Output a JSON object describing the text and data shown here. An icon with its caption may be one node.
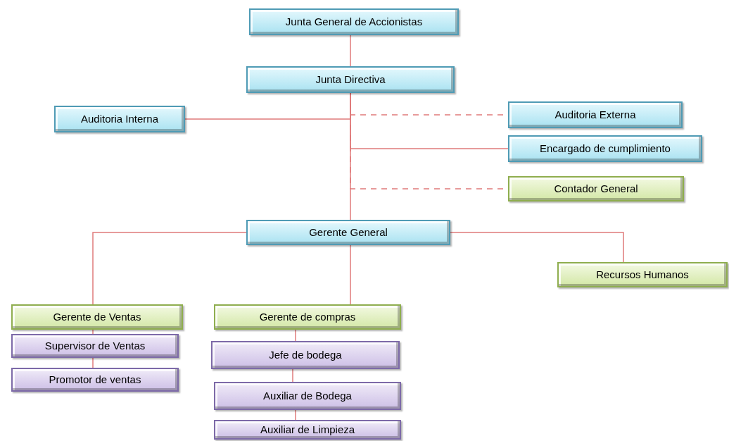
{
  "diagram": {
    "nodes": [
      {
        "text": [
          "Junta General de Accionistas"
        ]
      },
      {
        "text": [
          "Junta Directiva"
        ]
      },
      {
        "text": [
          "Auditoria Interna"
        ]
      },
      {
        "text": [
          "Auditoria Externa"
        ]
      },
      {
        "text": [
          "Encargado de cumplimiento"
        ]
      },
      {
        "text": [
          "Contador General"
        ]
      },
      {
        "text": [
          "Gerente General"
        ]
      },
      {
        "text": [
          "Recursos Humanos"
        ]
      },
      {
        "text": [
          "Gerente de Ventas"
        ]
      },
      {
        "text": [
          "Supervisor de Ventas"
        ]
      },
      {
        "text": [
          "Promotor de ventas"
        ]
      },
      {
        "text": [
          "Gerente de compras"
        ]
      },
      {
        "text": [
          "Jefe de bodega"
        ]
      },
      {
        "text": [
          "Auxiliar de Bodega"
        ]
      },
      {
        "text": [
          "Auxiliar de Limpieza"
        ]
      }
    ],
    "edges": [
      {
        "from": 0,
        "to": 1,
        "arrow": "none"
      },
      {
        "from": 1,
        "to": 6,
        "arrow": "none"
      },
      {
        "from": 1,
        "to": 2,
        "arrow": "none"
      },
      {
        "from": 1,
        "to": 3,
        "arrow": "none",
        "style": "dashed"
      },
      {
        "from": 1,
        "to": 4,
        "arrow": "none"
      },
      {
        "from": 1,
        "to": 5,
        "arrow": "none",
        "style": "dashed"
      },
      {
        "from": 6,
        "to": 8,
        "arrow": "none"
      },
      {
        "from": 6,
        "to": 11,
        "arrow": "none"
      },
      {
        "from": 6,
        "to": 7,
        "arrow": "none"
      },
      {
        "from": 8,
        "to": 9,
        "arrow": "none"
      },
      {
        "from": 9,
        "to": 10,
        "arrow": "none"
      },
      {
        "from": 11,
        "to": 12,
        "arrow": "none"
      },
      {
        "from": 12,
        "to": 13,
        "arrow": "none"
      },
      {
        "from": 13,
        "to": 14,
        "arrow": "none"
      }
    ]
  }
}
